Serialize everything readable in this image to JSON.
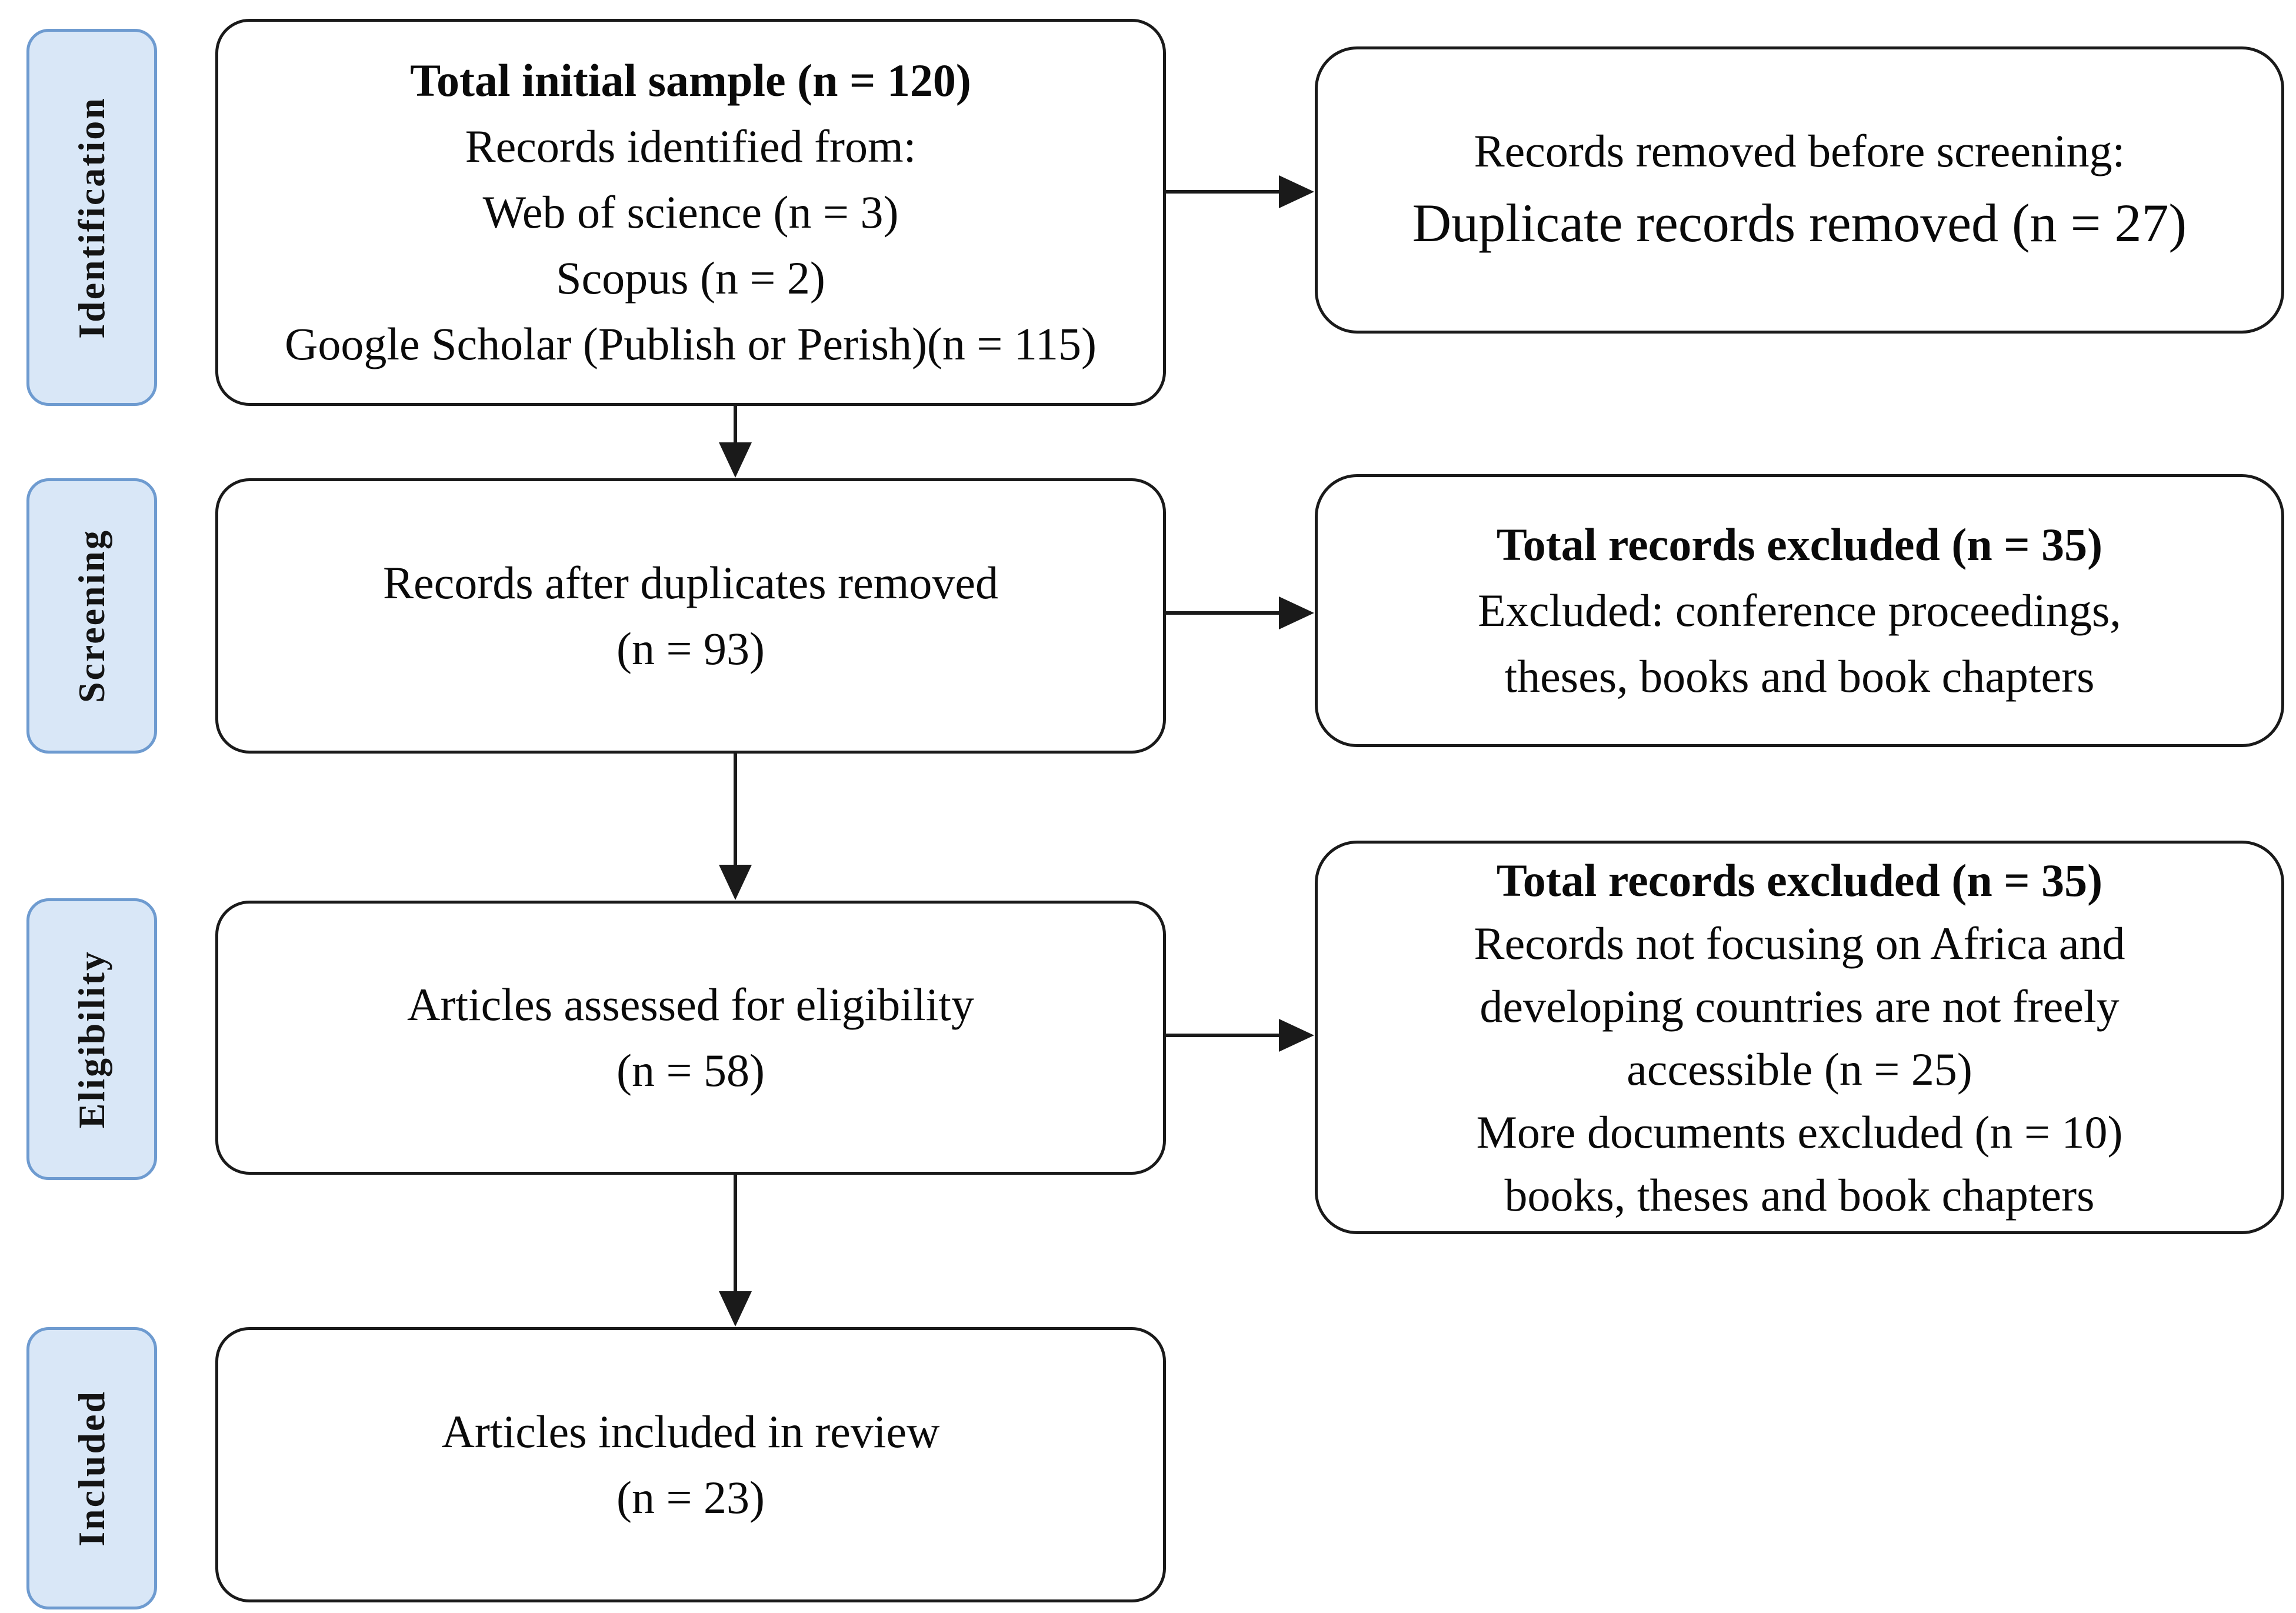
{
  "diagram": {
    "kind": "prisma-flow"
  },
  "colors": {
    "background": "#ffffff",
    "box_border": "#1a1a1a",
    "arrow": "#1a1a1a",
    "stage_fill": "#d9e7f7",
    "stage_border": "#6e9bd0",
    "text": "#0a0a0a"
  },
  "stages": {
    "identification": "Identification",
    "screening": "Screening",
    "eligibility": "Eligibility",
    "included": "Included"
  },
  "boxes": {
    "initial_sample": {
      "lines": [
        "Total initial sample (n = 120)",
        "Records identified from:",
        "Web of science (n = 3)",
        "Scopus (n = 2)",
        "Google Scholar (Publish or Perish)(n = 115)"
      ]
    },
    "records_removed_before_screening": {
      "lines": [
        "Records removed before screening:",
        "Duplicate records removed (n = 27)"
      ]
    },
    "records_after_duplicates": {
      "lines": [
        "Records after duplicates removed",
        "(n = 93)"
      ]
    },
    "records_excluded_screening": {
      "lines": [
        "Total records excluded (n = 35)",
        "Excluded: conference proceedings,",
        "theses, books and book chapters"
      ]
    },
    "articles_assessed": {
      "lines": [
        "Articles assessed for eligibility",
        "(n = 58)"
      ]
    },
    "records_excluded_eligibility": {
      "lines": [
        "Total records excluded (n = 35)",
        "Records not focusing on Africa and",
        "developing countries are not freely",
        "accessible (n = 25)",
        "More documents excluded (n = 10)",
        "books, theses and book chapters"
      ]
    },
    "articles_included": {
      "lines": [
        "Articles included in review",
        "(n = 23)"
      ]
    }
  }
}
